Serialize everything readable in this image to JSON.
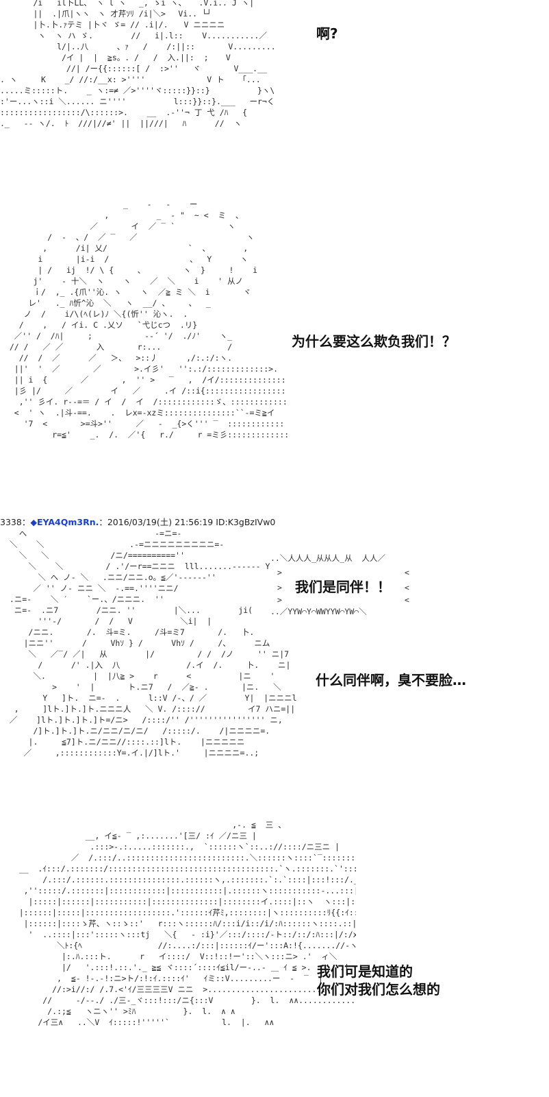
{
  "ascii_art": {
    "panel1": "       /i   il卜LL、 ヽ l ヽ　 _, ゝi ヽ、 　.V.i.. J ヽ|\n       ||  .|爪|ヽヽ　ヽ 才芹ｿﾘ /i|＼>　 Vi.. └┘\n       |卜.卜.ｧテミ |卜ヾ ゞ= // .i|/.　　V ニニニニ\n        ヽ  ヽ ハ ゞ.        //   i|.l::    V...........／\n            l/|..八      、ｧ   /    /:||::       V............＼\n             /イ |  |  ≧s。. /   /  入.||:  ; 　 V\n              //| /ー{{::::::[ /  :>''   ヾ       V___.__\n. ヽ     K    _/ //:/__x: >''''             V ト   「...\n.....ミ:::::ト.    _ ヽ:=≠ ／>''''ヾ:::::}}::}          }ヽ\\....＼ヽー--\n:'ー...ヽ::i ＼...... ニ''''          l:::}}::}.___   ーr¬く   /  ヽ|.......\n:::::::::::::::::/\\::::::>.    __  .-''¬ 丁 弋 /ﾊ   {       ./ト.    ト. ＼|ヽ\n._   ‐‐ ヽ/.  ﾄ  ///|//≠' ||  ||///|   ﾊ      //  ヽ",
    "panel2": "                          _    -   -    ー\n                      ,          _  ‐ \"  ~ <  ミ  、\n                   ／       イ  ／ ‾ `           ヽ\n          /  ‐  、/  ／ ‾   ／                       ヽ\n         ,      /i| 乂/                 `  、       ,\n        i       |i-i  /                 、  Y      ヽ\n        | /   ij  !/ \\ {     、        ヽ  }     !    i\n       j'    ‐ 十＼  ヽ    ヽ    ／  ＼    i    ' 从ノ\n       ｉ/  ,_ .{爪''沁. ヽ    ヽ  ／≧ ミ ＼  i       ヾ\n      レ'   ._ ﾊ忻^沁  ＼   ヽ  __/ 、    、  _\n     ノ  /    i/\\(ﾍ(レ)ﾉ ＼{(忻'' 沁ヽ.  .\n    /    ,   / イi. C .乂ソ   `弋じcつ  .リ}\n   ／'' /  /ﾊ|     ;           ‐‐´ '/  ./ﾉ'    ヽ_\n  // /   ／ ／       入       r:...              /\n    //  /  ／      ／   ＞、  >::丿      ,/:.:/:ヽ.\n   ||'  '  ／       ／       >.イ彡'   '':.:/:::::::::::::>.\n   || i  {       ／       ,  '' >   ‾   ,  /イ/:::::::::::::::::::::::\n   |彡 |/     ／        イ   ／     .イ /::i{:::::::::::::::::::::::\n    ,'' 彡イ. r‐‐=＝ / イ  /  イ  /::::::::::::ゞ、::::::::::::::::::::::::\n   <  ' ヽ  .|斗‐==.    .  レx=-xzミ:::::::::::::::``‐=ミ≧イ\n     '7  <       >=斗>''     ／   ‐  _{>く''' ‾  ::::::::::::\n           r=≦'    _.  /.  ／'{   r./     r =ミ彡:::::::::::::::",
    "panel3": "    へ                           -=ニ=-\n  ＼    ＼                  .-=ニニニニニニニニニ=-\n    ＼   ＼             /ニ/==========''\n      ＼    ＼         / .'/ーr==ニニニ  lll.......‐‐‐‐‐‐ Y\n        ＼ へ ノ‐ ＼   .ニニ/ニニ.o。≦／'‐‐‐‐‐‐''\n       ／ '' ノ‐ ニニ ＼  ‐.==.''''ニニ/\n  .ニ=-    ＼ ′    `ー.、/ニニニ.  ''\n   ニ=-  .ニ7        /ニニ. ''        |＼...        ji(\n        '''-/       /  /   V          ＼i|  |\n      /ニニ.       /.  斗=ミ.     /斗=ミ7       /.   卜.\n     |ニニ''      /     Vhｿ } /      Vhｿ /     /、     ニム\n      ＼   ／‾/ ／|   从        |/         / /  /ノ     '' ニ|7\n        /      /' .|入  八              /.イ  /.     卜.    ニ|\n       ＼.          |  |八≧ >    r      <          |ニ    '\n           >    '  |       ト.ニ7   /  ／≧‐ .       |ニ.   ＼\n         Y   ]ト.  ニ=-  .      l::V /-、/ ／        Y|  |ニニニl .   ＼\n   ,     ]lト.]ト.]ト.ニニニ人   ＼ V. /:::://         イ7 ハニ=||   ト.\n  ／    ]lト.]ト.]ト.]ト=/ニ>   /::::/'' /'''''''''''''''' ニ,         ＼|    l    |\n       /]ト.]ト.]ト.ニ/ニニ/ニ/ニ/   /:::::/.    /|ニニニニ=.               ＼    ノ\n      |.     ≦7]ト.ニ/ニニ//::::.::]lト.    |ニニニニニ\n     ／     ,::::::::::::Y=.イ.|/]lト.'     |ニニニニ=..;             |＼    ,",
    "panel4": "                                                 ,‐. ≦  三 、\n                  __, イ≦‐ ‾ ,:.......'[三/ :ｲ ／/ニ三 |\n                   .:::>‐.:.....:::::::.,  `::::::ヽ`::..://::::/ニ三ニ |\n               ／  /.:::/..:::::::::::::::::::::::::.＼::::::ヽ::::`‾::::::::/>‐‐.rrrr|\n    __  .ｲ:::/.:::::::/:::::::::::::::::::::::::::::::::::.`ヽ.:::::::.`':::V:'/:/''''|||||\n         /.:::/.::::::.:::::::::::::::.::::::ヽ,.:::::::.`:.`::::|:::!:::/.____/||||\n     ,'':::::/.:::::::|::::::::::::|:::::::::::|.::::::ヽ:::::::::::‐...:::|:::::|l≦[''''..'  |||||\n      |:::::|::::::|:::::::::::|::::::::::::::|::::::::イ.::::|::ヽ  ヽ:::|::::|::::::|::::|三|......... ||||||\n    |::::::|:::::|::::::::::::::::::.'::::::ｲ芹ﾐ,::::::::|ヽ::::::::::ﾘ{{:ｲ::ヽ::::ヽ!:::::::|:::::::|||\n     |::::::|::::ゝ芹、ヽ::ゝ::'   r:::ヽ::::::ﾊ/:::i/i::/i/:ﾊ::::::ヽ::::.::|....  |/\n      '  ..::::|:::':::::ヽ:::tj   ＼{   ‐ :i}'／:::/::::/‐ト::/::/:ﾊ:::|/:/x‐ ......   ／\n            ＼ﾄ:{ﾍ                //:....:/:::|::::::ｲ/ー':::A:!{.......//‐ヽ\n             |:.ﾊ.:::ト.      r   イ::::/  V::!::!ー'::＼ヽ:::ニ> .'  ィ＼\n             |/   '.:::!.::.'._ ≧≦ ヾ::::´::::ｲ≦il/ー-..‐ ＿ ｲ ≦ >.   '  .|\n            ,  ≦‐ !‐.‐!:ニ>ト/:!:ｲ.::::ｲ'   ｲミ::V.........ー  ‐  ‾  |\n           //:>i//:/ /.7.<'ｲ/三三三三V ニニ  >.........................\n         //     ‐/‐-./ ./三‐_ヾ:::!:::/ニ{:::V        }.  l.  ∧∧.........................\n          /.:;≦   ヽニヽ'' >ﾐﾊ          }.  l.  ∧ ∧\n        /イ三∧   ..＼V  ｲ:::::!'''''`           l.  |.   ∧∧"
  },
  "dialogue": {
    "line1": "啊?",
    "line2": "为什么要这么欺负我们！？",
    "shout": "我们是同伴！！",
    "line3": "什么同伴啊，臭不要脸…",
    "line4a": "我们可是知道的",
    "line4b": "你们对我们怎么想的"
  },
  "shout_rim": {
    "top": "..＼人人人_从从人_从  人人／",
    "left1": ">",
    "left2": ">",
    "left3": ">",
    "right1": "<",
    "right2": "<",
    "right3": "<",
    "bottom": "..／YYW⌒Y⌒WWYYW⌒YW⌒＼"
  },
  "post": {
    "number": "3338",
    "separator": "：",
    "name": "EYA4Qm3Rn",
    "suffix": ".",
    "datetime": "：2016/03/19(土) 21:56:19 ID:K3gBzIVw0"
  }
}
